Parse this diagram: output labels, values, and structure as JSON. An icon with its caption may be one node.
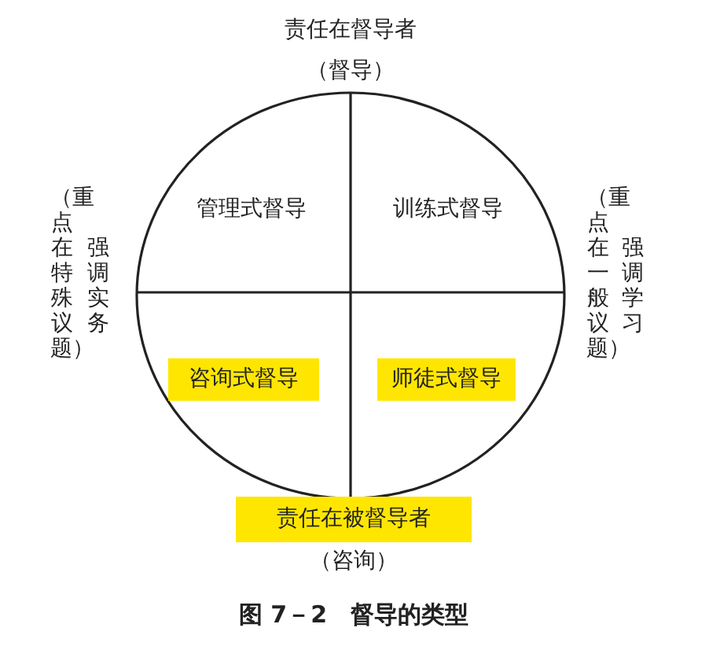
{
  "diagram": {
    "caption": "图 7－2　督导的类型",
    "nodes": [
      {
        "text": [],
        "shape": "circle"
      },
      {
        "text": [
          "咨询式督导"
        ],
        "in": 0
      },
      {
        "text": [
          "师徒式督导"
        ],
        "in": 0
      },
      {
        "text": [
          "责任在被督导者"
        ],
        "beside": [
          "（咨询）"
        ]
      }
    ],
    "edges": [],
    "labels": [
      "责任在督导者",
      "（督导）",
      "（重点在特殊议题）",
      "强调实务",
      "管理式督导",
      "训练式督导",
      "强调学习",
      "（重点在一般议题）"
    ]
  }
}
